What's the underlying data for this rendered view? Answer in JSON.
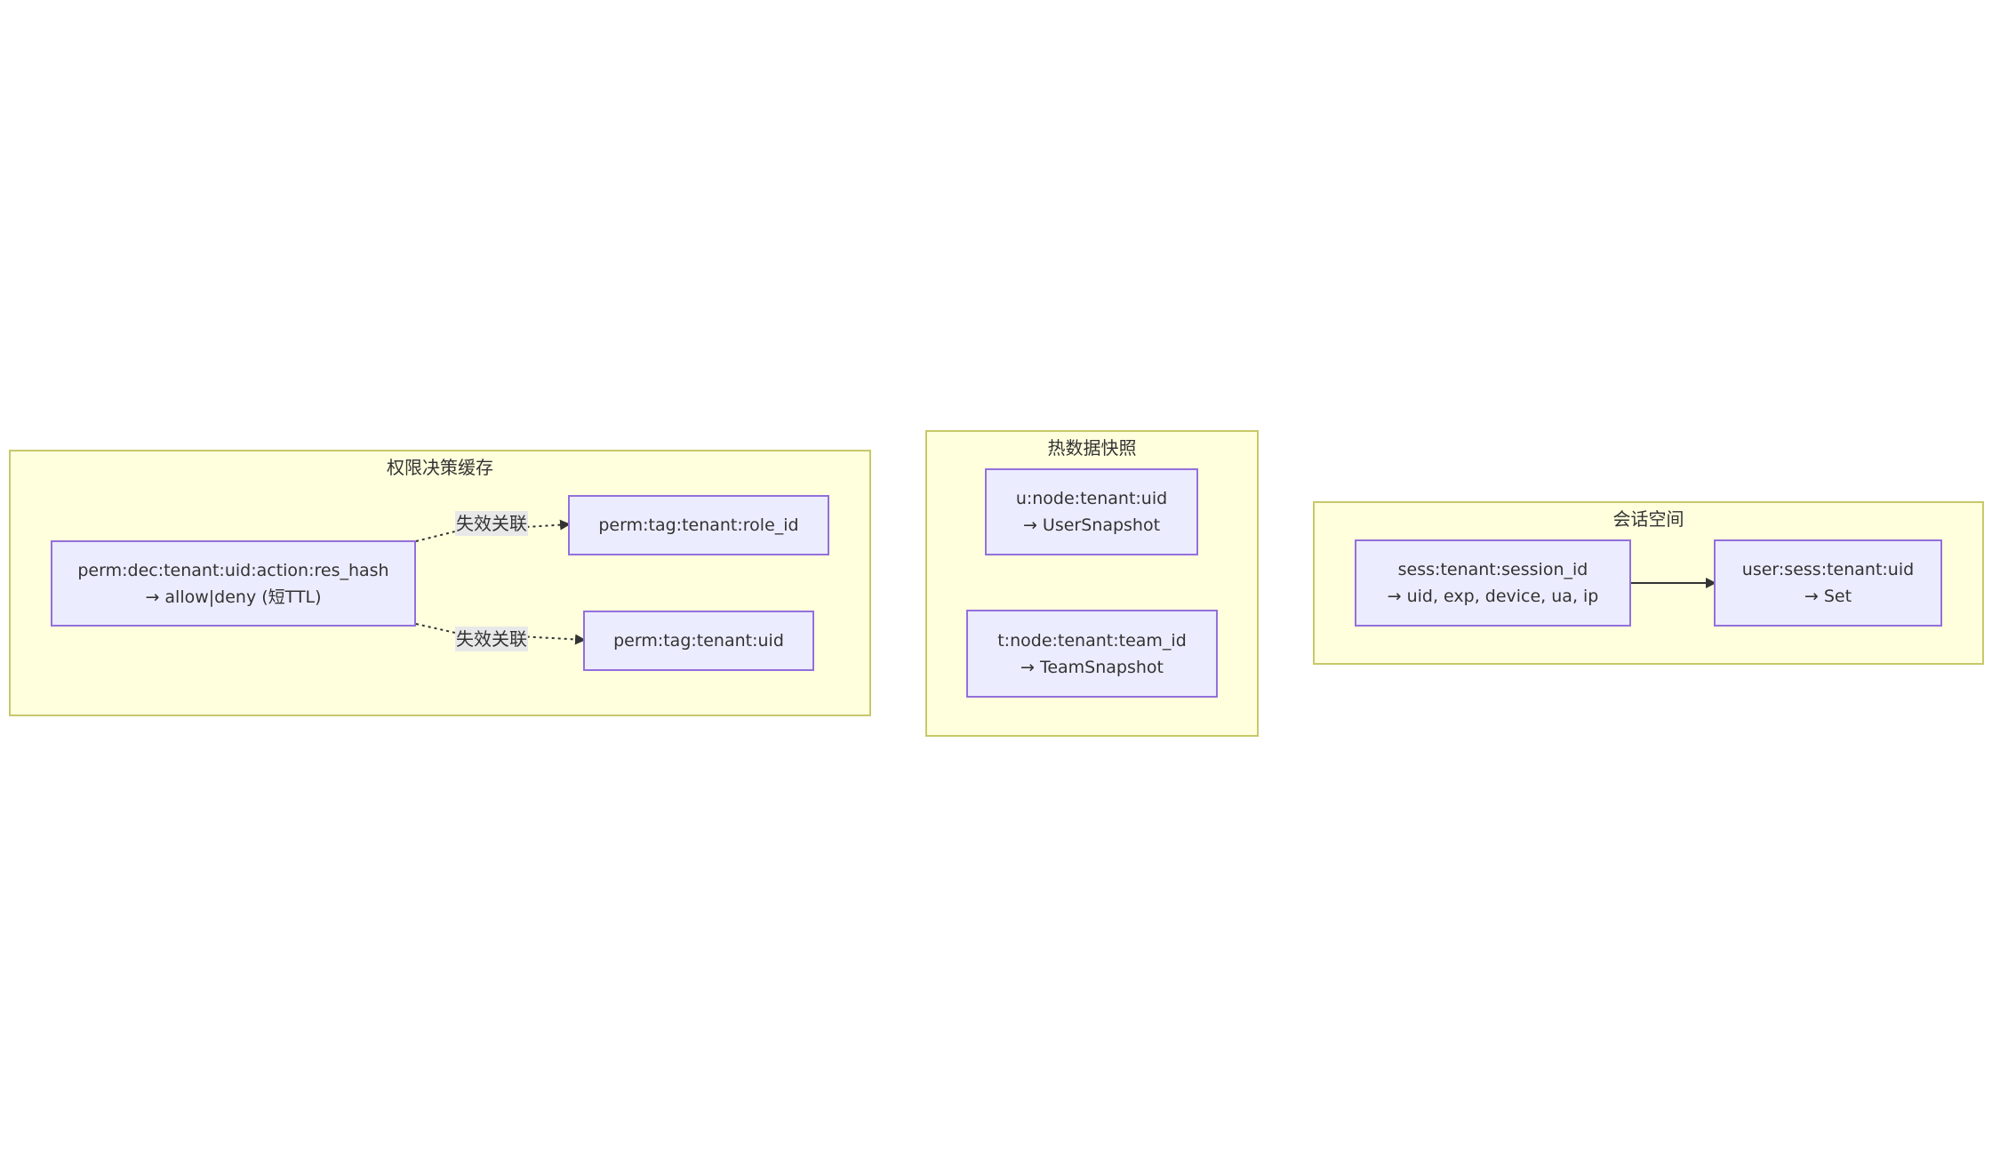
{
  "clusters": {
    "perm": {
      "title": "权限决策缓存"
    },
    "hot": {
      "title": "热数据快照"
    },
    "session": {
      "title": "会话空间"
    }
  },
  "nodes": {
    "perm_dec": {
      "line1": "perm:dec:tenant:uid:action:res_hash",
      "line2": "→ allow|deny (短TTL)"
    },
    "perm_tag_role": {
      "line1": "perm:tag:tenant:role_id"
    },
    "perm_tag_uid": {
      "line1": "perm:tag:tenant:uid"
    },
    "u_node": {
      "line1": "u:node:tenant:uid",
      "line2": "→ UserSnapshot"
    },
    "t_node": {
      "line1": "t:node:tenant:team_id",
      "line2": "→ TeamSnapshot"
    },
    "sess": {
      "line1": "sess:tenant:session_id",
      "line2": "→ uid, exp, device, ua, ip"
    },
    "user_sess": {
      "line1": "user:sess:tenant:uid",
      "line2": "→ Set"
    }
  },
  "edges": {
    "dec_to_role_label": "失效关联",
    "dec_to_uid_label": "失效关联"
  },
  "colors": {
    "cluster_fill": "#ffffde",
    "cluster_border": "#c8c86a",
    "node_fill": "#ececff",
    "node_border": "#9370db",
    "edge": "#333333"
  }
}
